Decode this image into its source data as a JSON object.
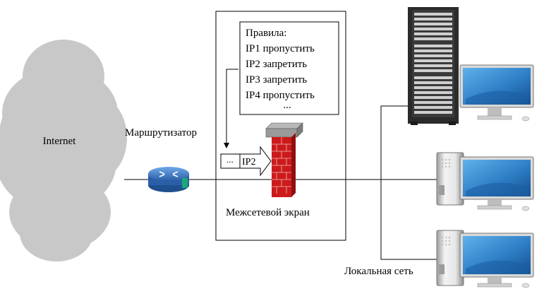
{
  "cloud": {
    "label": "Internet"
  },
  "router": {
    "label": "Маршрутизатор"
  },
  "firewall": {
    "label": "Межсетевой экран",
    "rules_box": {
      "title": "Правила:",
      "rules": [
        "IP1 пропустить",
        "IP2 запретить",
        "IP3 запретить",
        "IP4 пропустить"
      ],
      "ellipsis": "..."
    },
    "packet": {
      "ellipsis": "...",
      "label": "IP2"
    }
  },
  "lan": {
    "label": "Локальная сеть"
  },
  "colors": {
    "cloud": "#c8c8c8",
    "router": "#2a5fa8",
    "brick": "#cc1a1a",
    "monitor_screen": "#2f7fc6",
    "server": "#2b2b2b"
  }
}
